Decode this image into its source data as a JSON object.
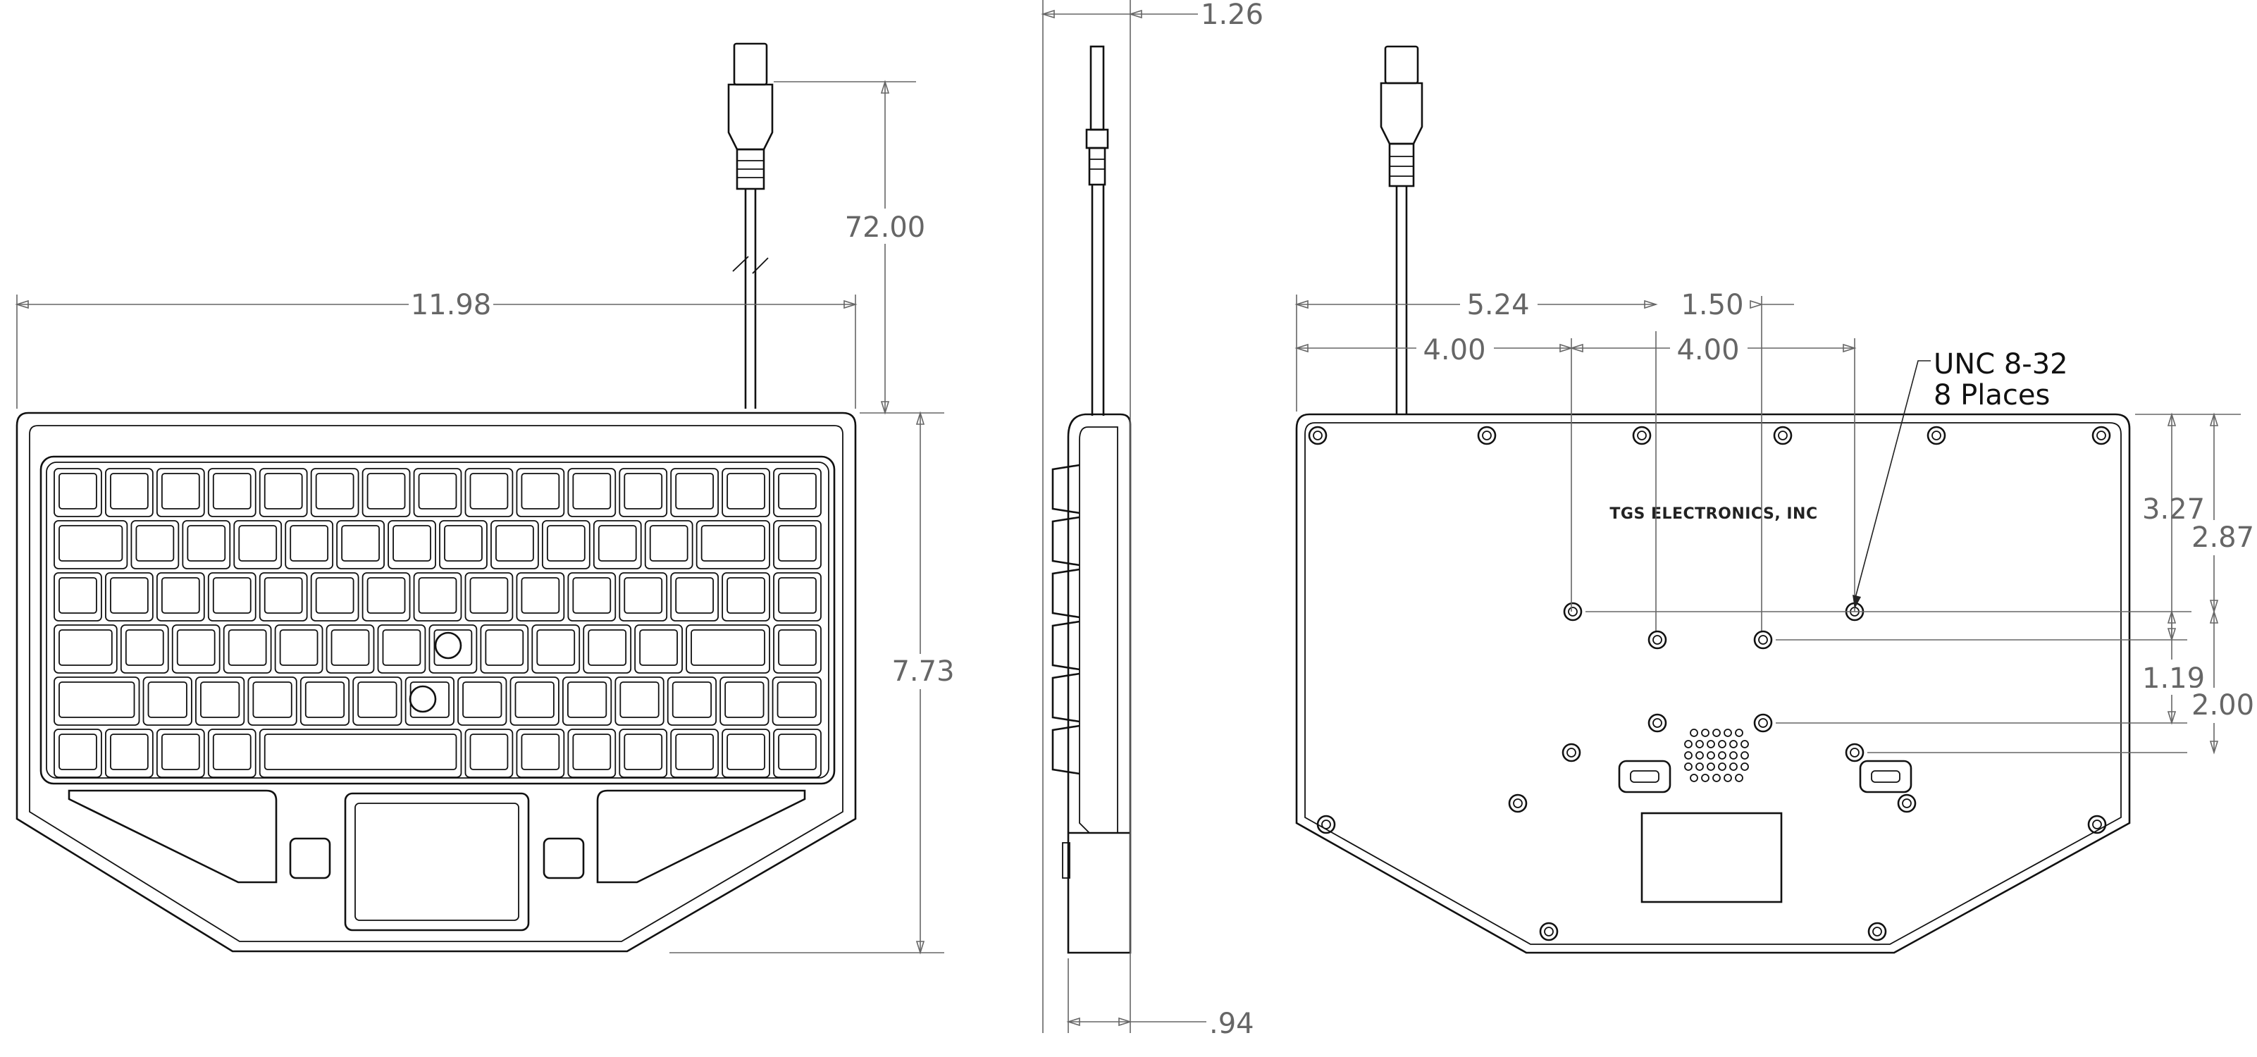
{
  "dimensions": {
    "overall_width": "11.98",
    "cable_length": "72.00",
    "overall_depth": "7.73",
    "side_total_thickness": "1.26",
    "side_body_thickness": ".94",
    "hole_offset_a": "5.24",
    "hole_spacing_b": "1.50",
    "hole_offset_c": "4.00",
    "hole_spacing_d": "4.00",
    "hole_vert_e": "3.27",
    "hole_vert_f": "2.87",
    "hole_vert_g": "1.19",
    "hole_vert_h": "2.00"
  },
  "callout": {
    "line1": "UNC 8-32",
    "line2": "8 Places"
  },
  "back_logo": "TGS ELECTRONICS, INC",
  "colors": {
    "line": "#111111",
    "dimension": "#666666",
    "background": "#ffffff"
  }
}
